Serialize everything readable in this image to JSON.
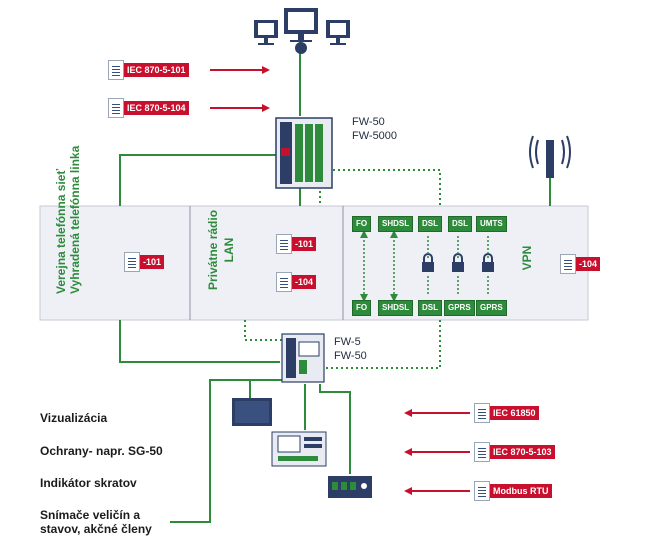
{
  "devices": {
    "top_server": "FW-50",
    "top_server_2": "FW-5000",
    "mid_server": "FW-5",
    "mid_server_2": "FW-50"
  },
  "protocols_top": [
    "IEC 870-5-101",
    "IEC 870-5-104"
  ],
  "protocols_bottom": [
    "IEC 61850",
    "IEC 870-5-103",
    "Modbus RTU"
  ],
  "network": {
    "public": "Verejna telefónna sieť",
    "leased": "Vyhradená telefónna linka",
    "private": "Privátne rádio",
    "lan": "LAN",
    "vpn": "VPN",
    "tag_101": "-101",
    "tag_104": "-104"
  },
  "top_row": [
    "FO",
    "SHDSL",
    "DSL",
    "DSL",
    "UMTS"
  ],
  "bottom_row": [
    "FO",
    "SHDSL",
    "DSL",
    "GPRS",
    "GPRS"
  ],
  "bottom_labels": [
    "Vizualizácia",
    "Ochrany- napr. SG-50",
    "Indikátor skratov",
    "Snímače veličín a",
    "stavov, akčné členy"
  ],
  "colors": {
    "green": "#2e8b3c",
    "red": "#c8102e",
    "panel": "#eef0f6",
    "navy": "#2c3e66"
  }
}
